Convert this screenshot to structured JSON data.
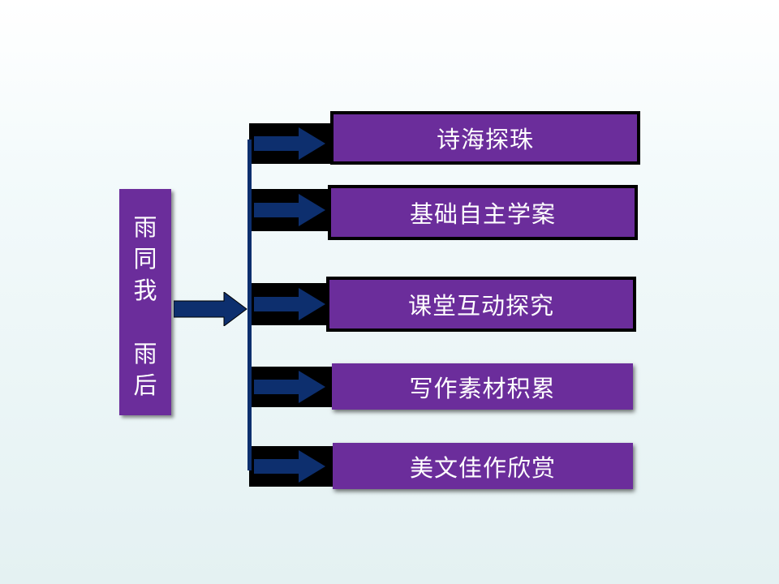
{
  "title": {
    "line1": [
      "雨",
      "同",
      "我"
    ],
    "line2": [
      "雨",
      "后"
    ]
  },
  "items": [
    {
      "label": "诗海探珠"
    },
    {
      "label": "基础自主学案"
    },
    {
      "label": "课堂互动探究"
    },
    {
      "label": "写作素材积累"
    },
    {
      "label": "美文佳作欣赏"
    }
  ],
  "colors": {
    "box_fill": "#6b2d9b",
    "arrow": "#0d2f6e",
    "frame": "#000000"
  }
}
